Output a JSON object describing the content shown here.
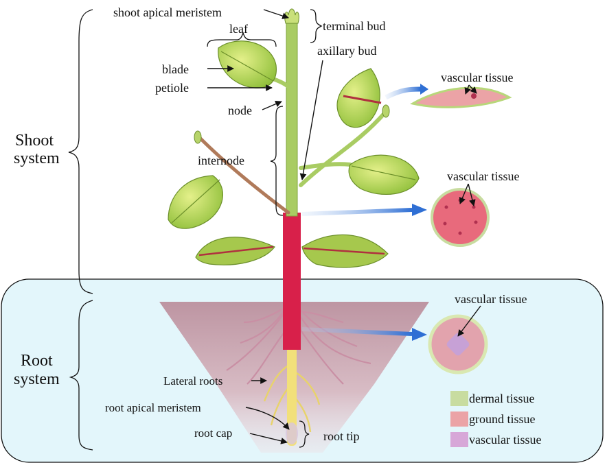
{
  "labels": {
    "shoot_apical_meristem": "shoot apical meristem",
    "terminal_bud": "terminal bud",
    "leaf": "leaf",
    "axillary_bud": "axillary bud",
    "blade": "blade",
    "petiole": "petiole",
    "node": "node",
    "internode": "internode",
    "vascular_tissue_leaf": "vascular tissue",
    "vascular_tissue_stem": "vascular tissue",
    "vascular_tissue_root": "vascular tissue",
    "lateral_roots": "Lateral roots",
    "root_apical_meristem": "root apical meristem",
    "root_cap": "root cap",
    "root_tip": "root tip"
  },
  "systems": {
    "shoot_line1": "Shoot",
    "shoot_line2": "system",
    "root_line1": "Root",
    "root_line2": "system"
  },
  "legend": [
    {
      "label": "dermal tissue",
      "color": "#c8dca0"
    },
    {
      "label": "ground tissue",
      "color": "#eba3a6"
    },
    {
      "label": "vascular tissue",
      "color": "#d7a7d8"
    }
  ],
  "colors": {
    "root_panel": "#e3f6fb",
    "stem_green": "#a9cc63",
    "stem_red": "#d8204a",
    "leaf_green": "#c2df6a",
    "soil": "#c79aa6",
    "arrow_blue": "#3f7fd9"
  }
}
